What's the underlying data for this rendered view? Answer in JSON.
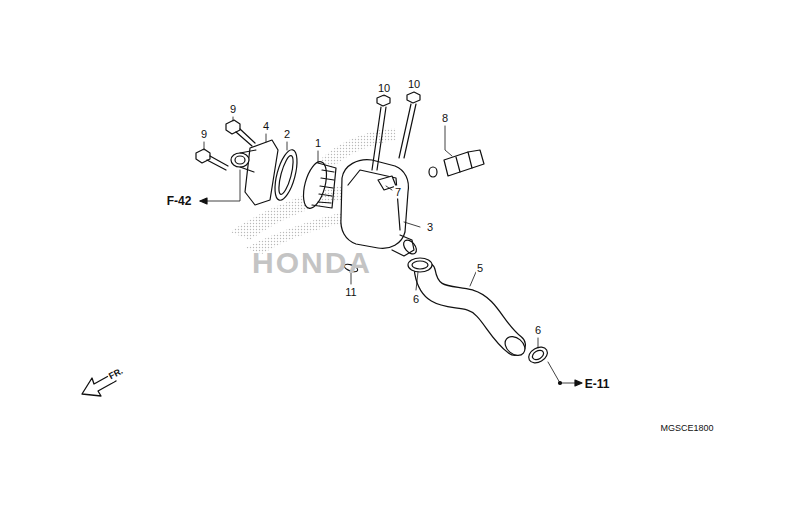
{
  "diagram": {
    "labels": [
      "10",
      "10",
      "9",
      "9",
      "4",
      "2",
      "1",
      "8",
      "7",
      "3",
      "F-42",
      "5",
      "11",
      "6",
      "6",
      "E-11",
      "FR.",
      "MGSCE1800",
      "HONDA"
    ]
  }
}
